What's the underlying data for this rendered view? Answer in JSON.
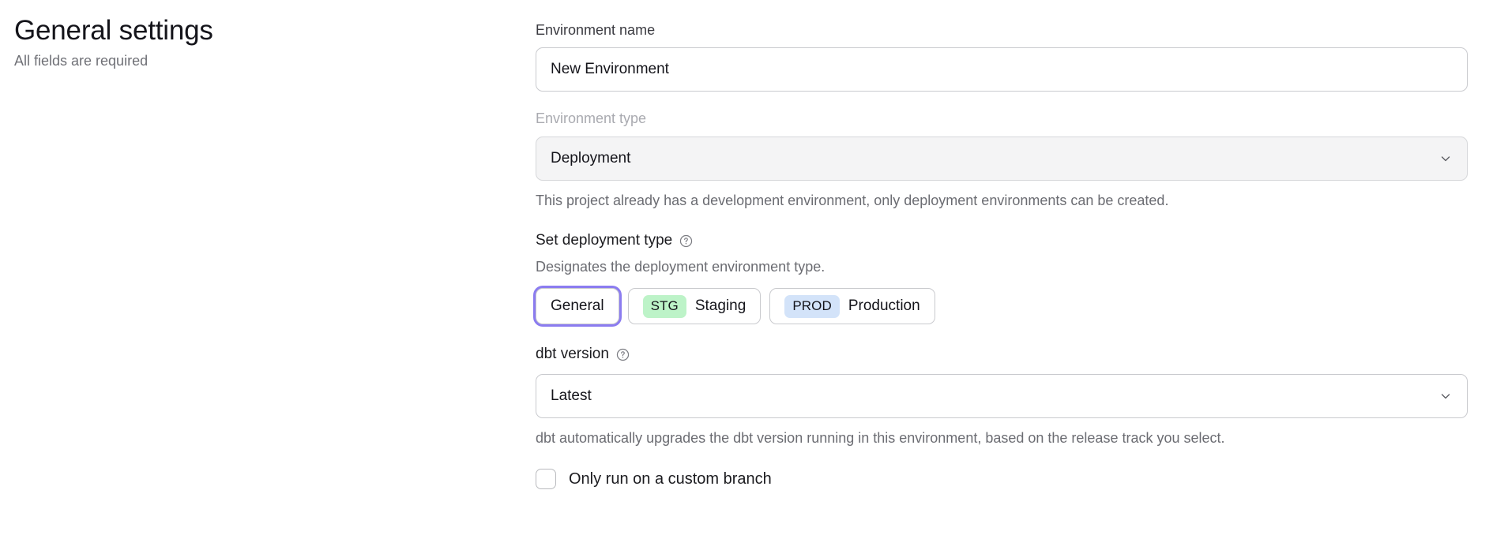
{
  "left": {
    "title": "General settings",
    "subtitle": "All fields are required"
  },
  "form": {
    "environment_name": {
      "label": "Environment name",
      "value": "New Environment",
      "placeholder": "Environment name"
    },
    "environment_type": {
      "label": "Environment type",
      "value": "Deployment",
      "disabled": true,
      "chevron_icon": "chevron-down-icon",
      "help_text": "This project already has a development environment, only deployment environments can be created."
    },
    "deployment_type": {
      "heading": "Set deployment type",
      "help_icon": "question-circle-icon",
      "description": "Designates the deployment environment type.",
      "options": [
        {
          "label": "General",
          "badge": null,
          "badge_class": "",
          "selected": true
        },
        {
          "label": "Staging",
          "badge": "STG",
          "badge_class": "stg",
          "selected": false
        },
        {
          "label": "Production",
          "badge": "PROD",
          "badge_class": "prod",
          "selected": false
        }
      ]
    },
    "dbt_version": {
      "heading": "dbt version",
      "help_icon": "question-circle-icon",
      "value": "Latest",
      "chevron_icon": "chevron-down-icon",
      "help_text": "dbt automatically upgrades the dbt version running in this environment, based on the release track you select."
    },
    "custom_branch": {
      "label": "Only run on a custom branch",
      "checked": false
    }
  },
  "colors": {
    "focus_ring": "#8b7cf0",
    "badge_staging_bg": "#bdf3c8",
    "badge_production_bg": "#d3e3f9",
    "disabled_field_bg": "#f4f4f5",
    "border": "#c9cace",
    "muted_text": "#6b6c72"
  }
}
